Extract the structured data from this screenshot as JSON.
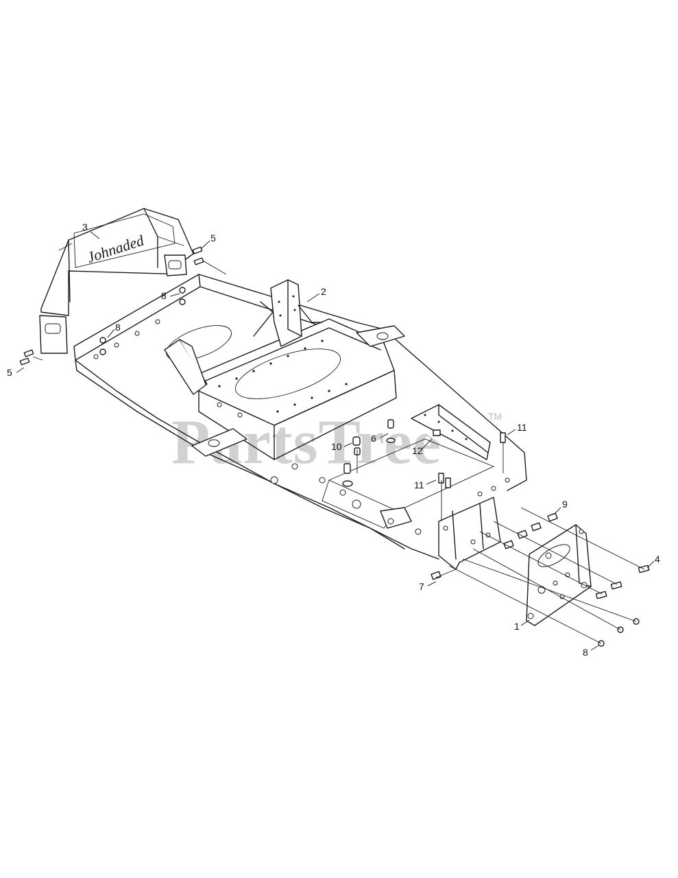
{
  "diagram": {
    "callouts": [
      {
        "id": "c1",
        "label": "1"
      },
      {
        "id": "c2",
        "label": "2"
      },
      {
        "id": "c3",
        "label": "3"
      },
      {
        "id": "c4",
        "label": "4"
      },
      {
        "id": "c5a",
        "label": "5"
      },
      {
        "id": "c5b",
        "label": "5"
      },
      {
        "id": "c6",
        "label": "6"
      },
      {
        "id": "c7",
        "label": "7"
      },
      {
        "id": "c8a",
        "label": "8"
      },
      {
        "id": "c8b",
        "label": "8"
      },
      {
        "id": "c8c",
        "label": "8"
      },
      {
        "id": "c9",
        "label": "9"
      },
      {
        "id": "c10",
        "label": "10"
      },
      {
        "id": "c11a",
        "label": "11"
      },
      {
        "id": "c11b",
        "label": "11"
      },
      {
        "id": "c12",
        "label": "12"
      }
    ],
    "panel_logo": "Johnaded"
  },
  "watermark": {
    "text": "PartsTree",
    "trademark": "TM"
  }
}
